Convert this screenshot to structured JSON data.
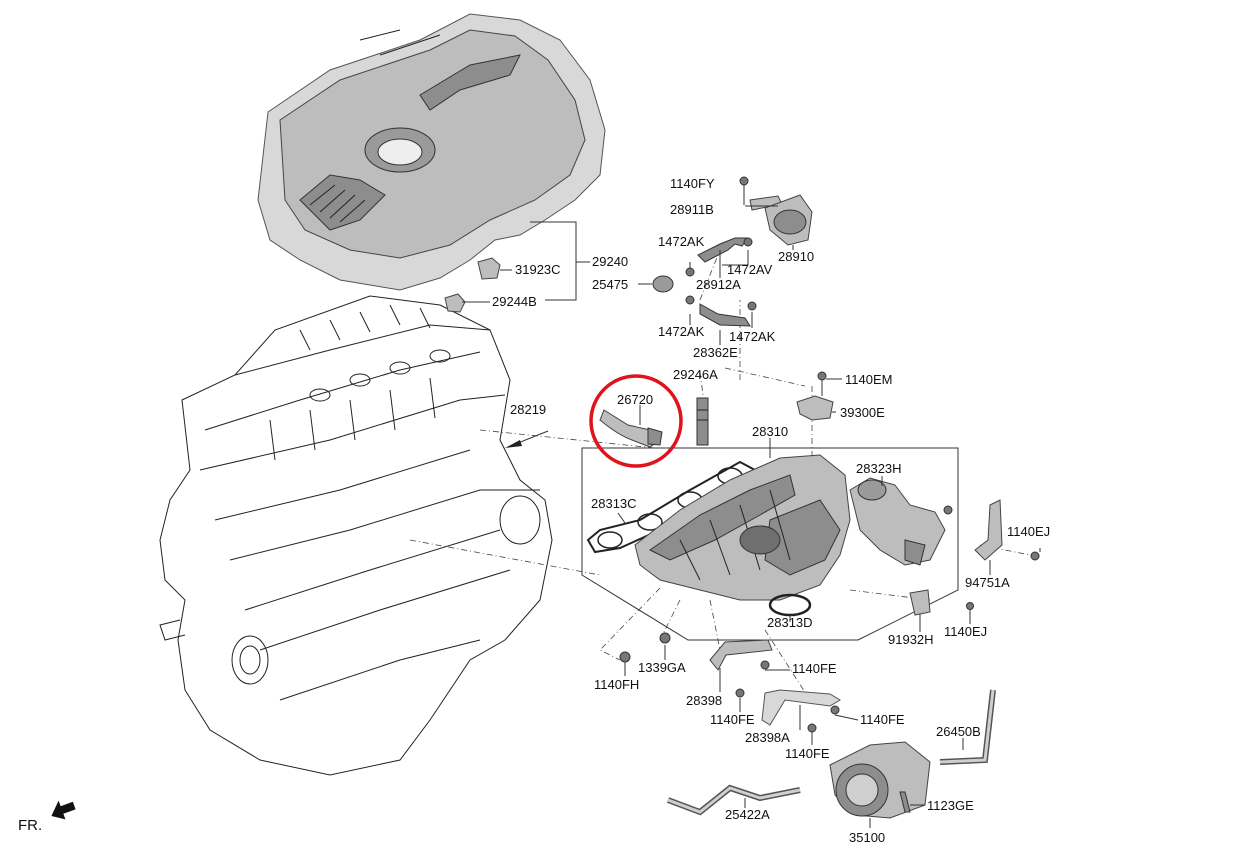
{
  "labels": {
    "p29240": "29240",
    "p31923C": "31923C",
    "p29244B": "29244B",
    "p1140FY": "1140FY",
    "p28911B": "28911B",
    "p28910": "28910",
    "p1472AK_1": "1472AK",
    "p1472AV": "1472AV",
    "p28912A": "28912A",
    "p25475": "25475",
    "p1472AK_2": "1472AK",
    "p1472AK_3": "1472AK",
    "p28362E": "28362E",
    "p29246A": "29246A",
    "p1140EM": "1140EM",
    "p26720": "26720",
    "p39300E": "39300E",
    "p28219": "28219",
    "p28310": "28310",
    "p28323H": "28323H",
    "p28313C": "28313C",
    "p1140EJ_1": "1140EJ",
    "p94751A": "94751A",
    "p28313D": "28313D",
    "p91932H": "91932H",
    "p1140EJ_2": "1140EJ",
    "p1339GA": "1339GA",
    "p1140FE_1": "1140FE",
    "p1140FH": "1140FH",
    "p28398": "28398",
    "p1140FE_2": "1140FE",
    "p1140FE_3": "1140FE",
    "p28398A": "28398A",
    "p1140FE_4": "1140FE",
    "p26450B": "26450B",
    "p1123GE": "1123GE",
    "p25422A": "25422A",
    "p35100": "35100",
    "fr": "FR."
  },
  "highlight": {
    "part": "26720",
    "color": "#e0121b"
  },
  "colors": {
    "part_fill": "#bdbdbd",
    "line": "#333333"
  }
}
